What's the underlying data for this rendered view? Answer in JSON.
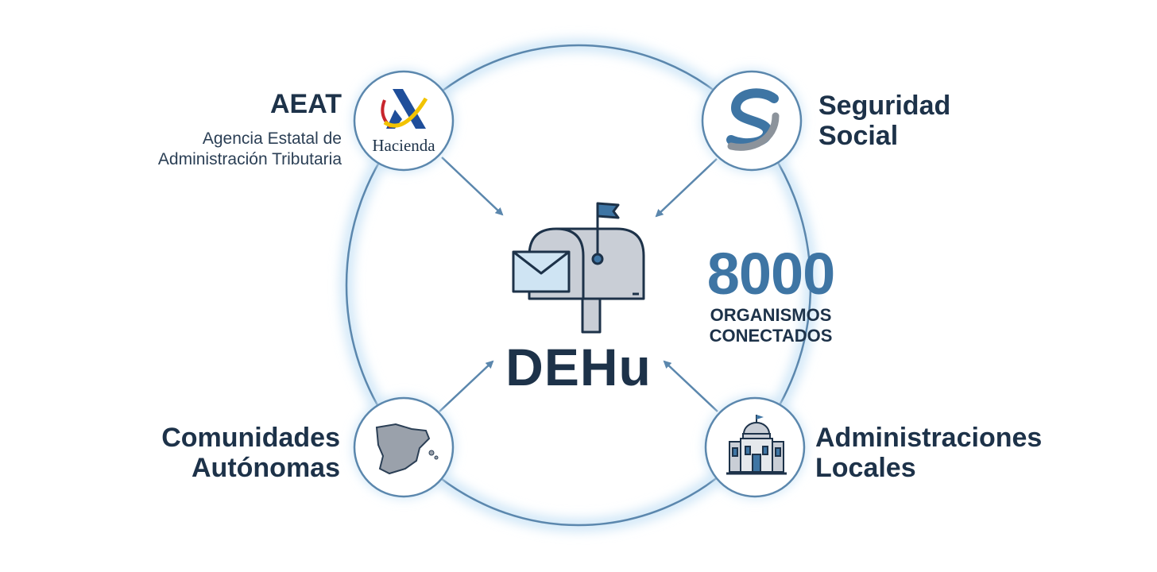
{
  "center": {
    "title": "DEHu"
  },
  "stat": {
    "number": "8000",
    "caption_line1": "ORGANISMOS",
    "caption_line2": "CONECTADOS"
  },
  "nodes": {
    "aeat": {
      "title": "AEAT",
      "subtitle_line1": "Agencia Estatal de",
      "subtitle_line2": "Administración Tributaria",
      "logo_text": "Hacienda",
      "icon": "hacienda-logo"
    },
    "seguridad_social": {
      "title_line1": "Seguridad",
      "title_line2": "Social",
      "icon": "seguridad-social-logo"
    },
    "comunidades": {
      "title_line1": "Comunidades",
      "title_line2": "Autónomas",
      "icon": "spain-map-icon"
    },
    "locales": {
      "title_line1": "Administraciones",
      "title_line2": "Locales",
      "icon": "town-hall-icon"
    }
  },
  "colors": {
    "ring": "#5b87ad",
    "glow": "#cfe6f7",
    "dark_text": "#1d3249",
    "accent_blue": "#3e75a4",
    "icon_grey": "#c9ced6"
  }
}
